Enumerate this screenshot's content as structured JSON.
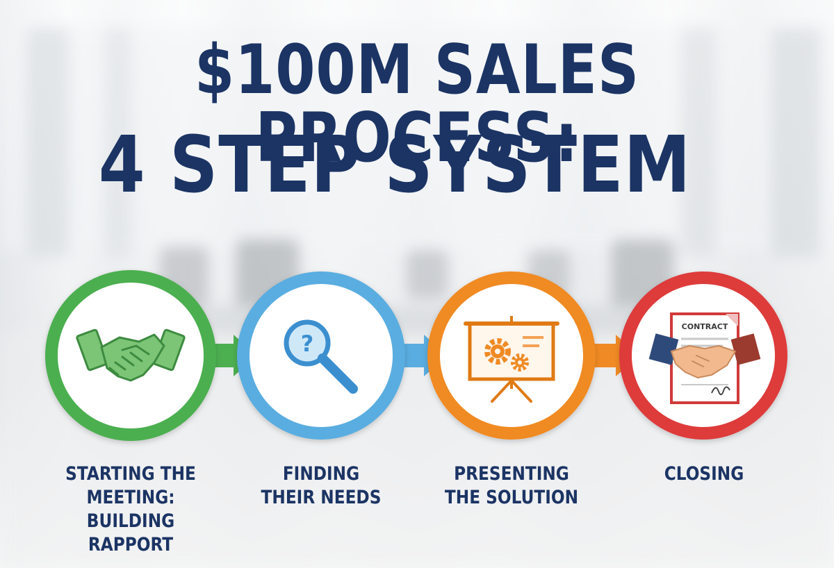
{
  "title": {
    "line1": "$100M SALES PROCESS:",
    "line2": "4 STEP SYSTEM"
  },
  "steps": [
    {
      "label": "STARTING THE\nMEETING: BUILDING\nRAPPORT",
      "color": "#4caf50",
      "icon": "handshake-icon"
    },
    {
      "label": "FINDING\nTHEIR NEEDS",
      "color": "#5aade0",
      "icon": "magnifier-question-icon"
    },
    {
      "label": "PRESENTING\nTHE SOLUTION",
      "color": "#f08a24",
      "icon": "presentation-gears-icon"
    },
    {
      "label": "CLOSING",
      "color": "#de3b3b",
      "icon": "contract-handshake-icon"
    }
  ],
  "contract_word": "CONTRACT",
  "colors": {
    "title": "#1b3464"
  }
}
